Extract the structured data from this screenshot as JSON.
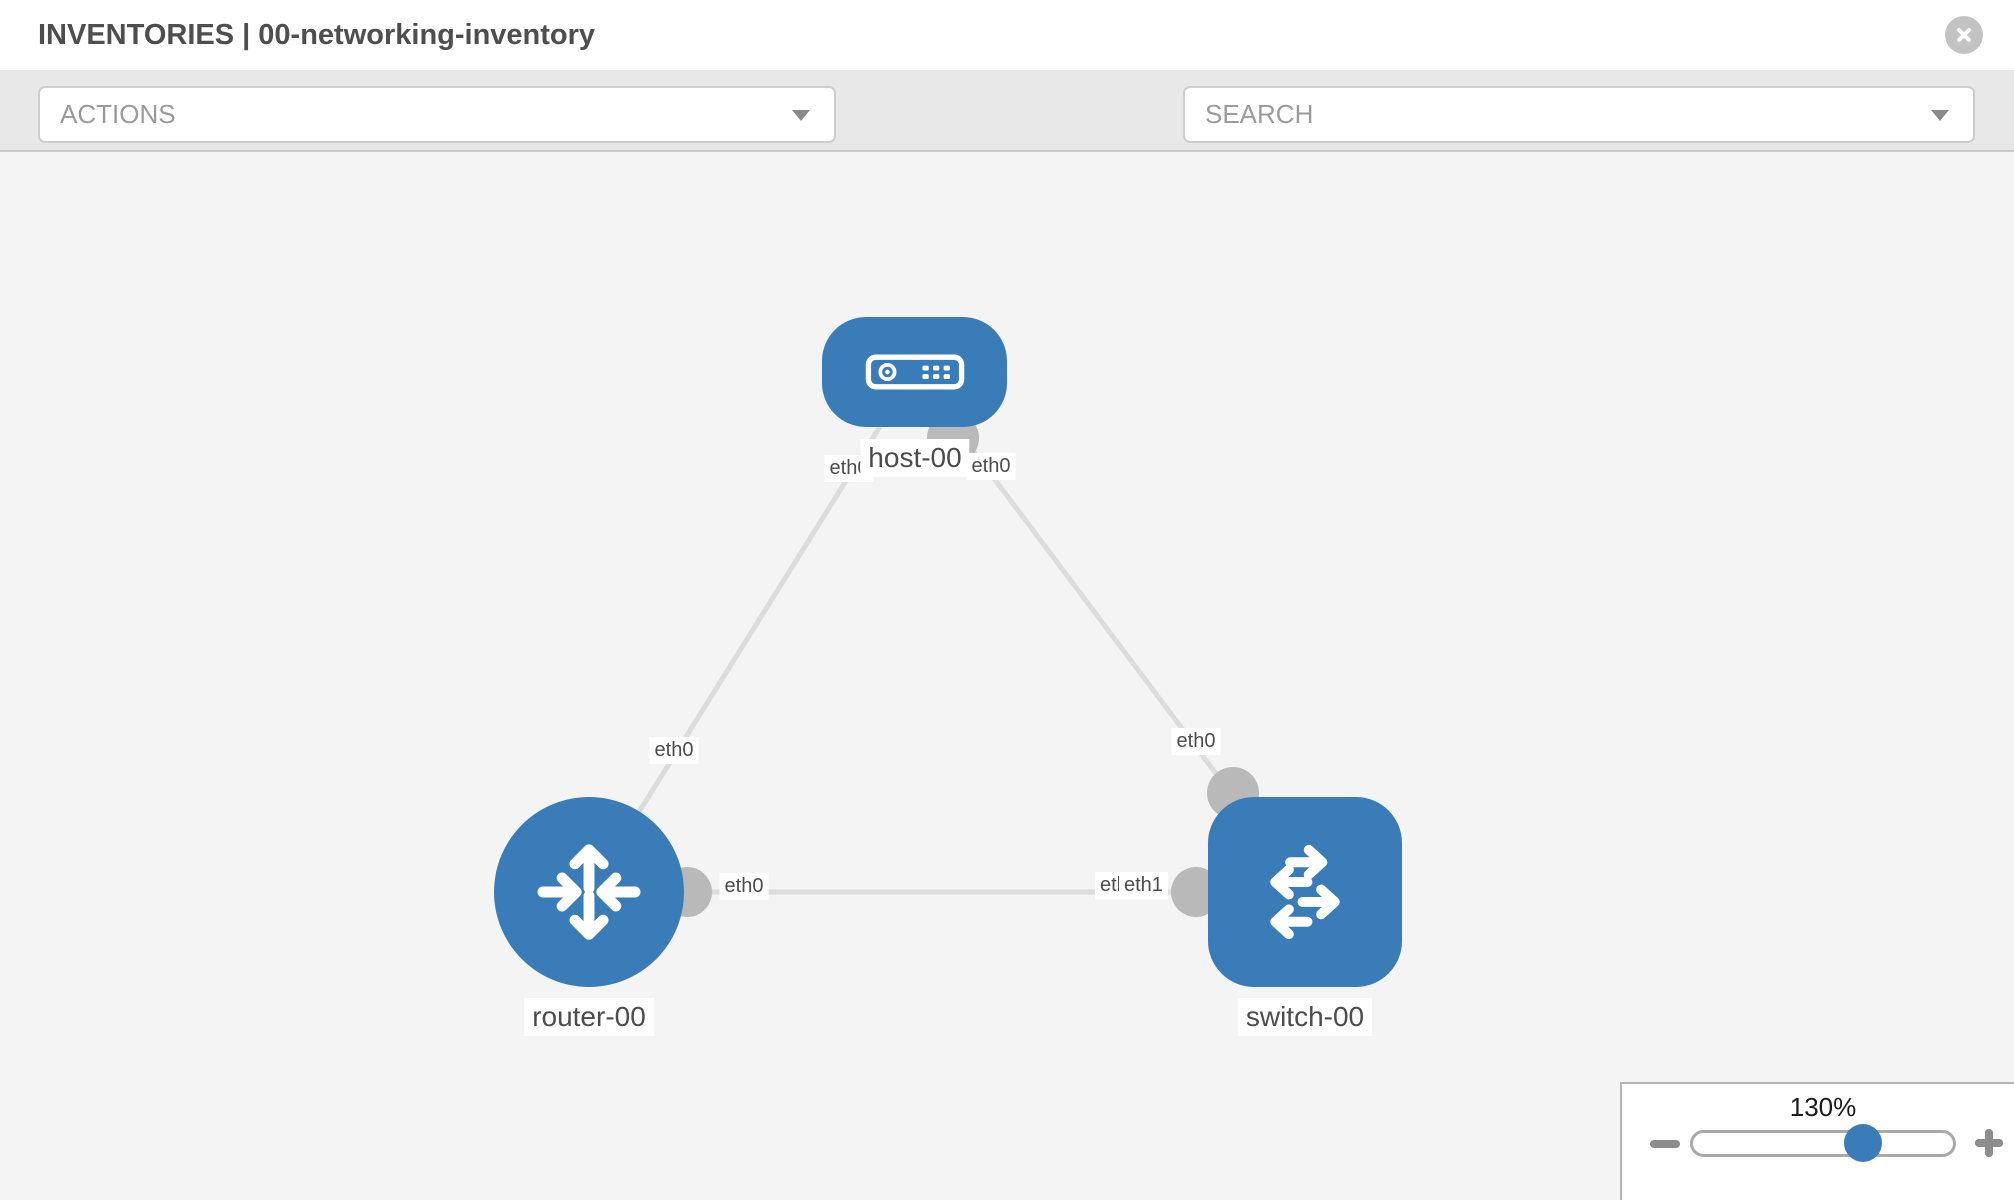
{
  "header": {
    "title": "INVENTORIES | 00-networking-inventory"
  },
  "toolbar": {
    "actions_label": "ACTIONS",
    "search_label": "SEARCH"
  },
  "icons": {
    "close": "x-circle-icon",
    "wrench": "wrench-icon",
    "key": "key-icon",
    "actions_chevron": "chevron-down-icon",
    "search_chevron": "chevron-down-icon",
    "zoom_out": "minus-icon",
    "zoom_in": "plus-icon"
  },
  "topology": {
    "nodes": [
      {
        "id": "host-00",
        "type": "host",
        "label": "host-00"
      },
      {
        "id": "router-00",
        "type": "router",
        "label": "router-00"
      },
      {
        "id": "switch-00",
        "type": "switch",
        "label": "switch-00"
      }
    ],
    "links": [
      {
        "from": "host-00",
        "from_interface": "eth0",
        "to": "router-00",
        "to_interface": "eth0"
      },
      {
        "from": "host-00",
        "from_interface": "eth0",
        "to": "switch-00",
        "to_interface": "eth0"
      },
      {
        "from": "router-00",
        "from_interface": "eth0",
        "to": "switch-00",
        "to_interface": "eth1"
      }
    ],
    "interface_labels": {
      "host_router_host_end": "eth0",
      "host_router_router_end": "eth0",
      "host_switch_host_end": "eth0",
      "host_switch_switch_end": "eth0",
      "router_switch_router_end": "eth0",
      "router_switch_switch_end_back": "eth0",
      "router_switch_switch_end_front": "eth1"
    }
  },
  "zoom_panel": {
    "level": "130%"
  },
  "colors": {
    "node_blue": "#3a7cb8",
    "link_gray": "#dcdcdc",
    "interface_gray": "#b9b9b9",
    "toolbar_bg": "#e8e8e8",
    "canvas_bg": "#f4f4f4",
    "label_text": "#4c4c4c"
  }
}
